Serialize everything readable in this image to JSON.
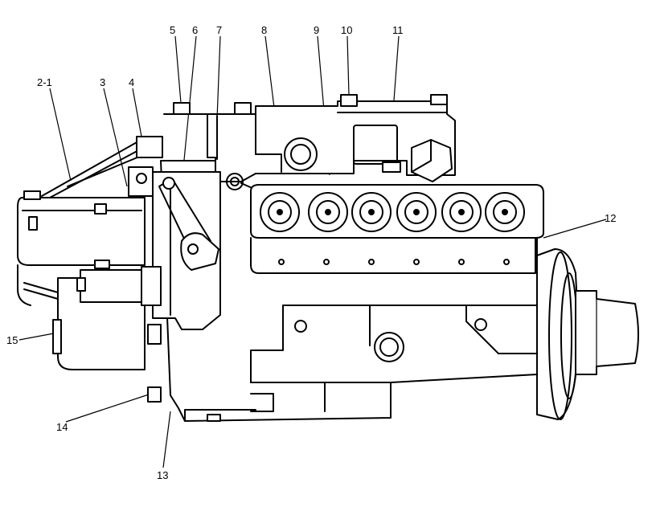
{
  "diagram": {
    "callouts": [
      {
        "id": "c5",
        "label": "5"
      },
      {
        "id": "c6",
        "label": "6"
      },
      {
        "id": "c7",
        "label": "7"
      },
      {
        "id": "c8",
        "label": "8"
      },
      {
        "id": "c9",
        "label": "9"
      },
      {
        "id": "c10",
        "label": "10"
      },
      {
        "id": "c11",
        "label": "11"
      },
      {
        "id": "c2-1",
        "label": "2-1"
      },
      {
        "id": "c3",
        "label": "3"
      },
      {
        "id": "c4",
        "label": "4"
      },
      {
        "id": "c12",
        "label": "12"
      },
      {
        "id": "c15",
        "label": "15"
      },
      {
        "id": "c14",
        "label": "14"
      },
      {
        "id": "c13",
        "label": "13"
      }
    ]
  }
}
